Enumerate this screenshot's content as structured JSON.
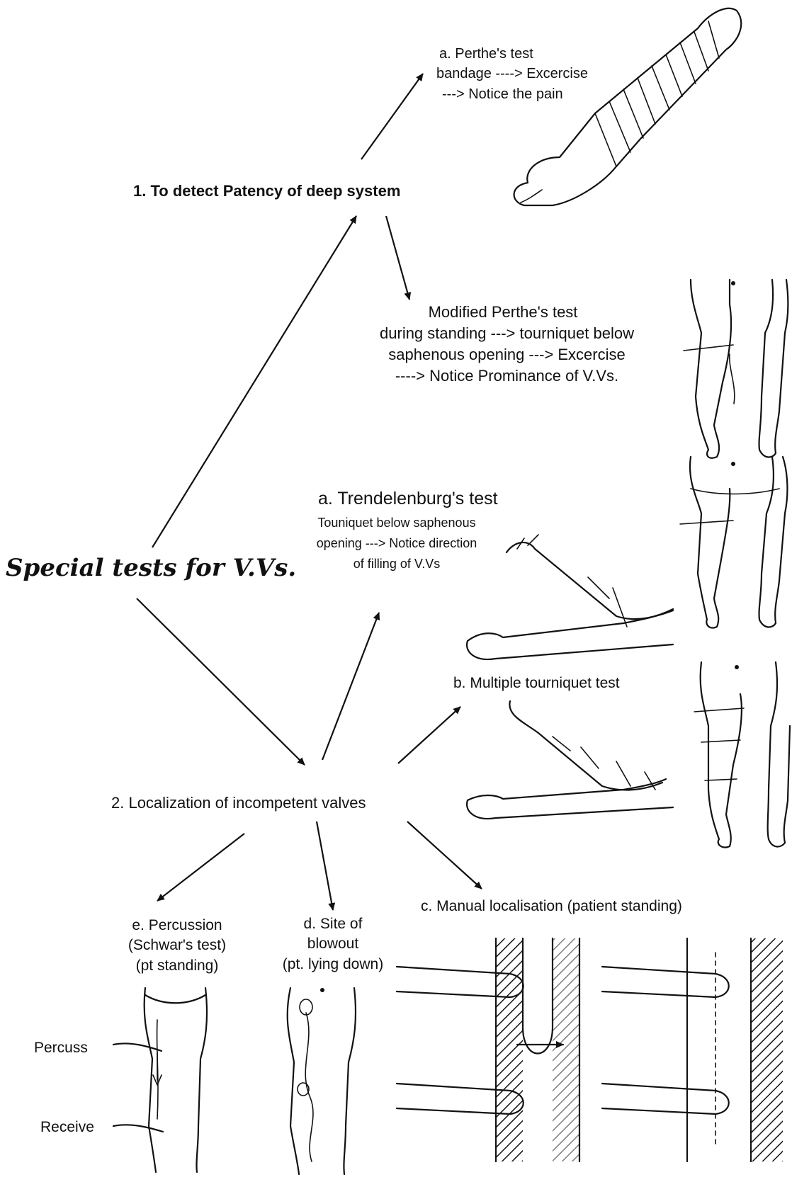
{
  "central_title": "Special tests for V.Vs.",
  "branch1": {
    "title": "1. To detect Patency of deep system",
    "test_a": [
      "a. Perthe's test",
      "bandage  ----> Excercise",
      "---> Notice the pain"
    ],
    "test_modified": [
      "Modified Perthe's test",
      "during standing ---> tourniquet below",
      "saphenous opening ---> Excercise",
      "----> Notice Prominance of V.Vs."
    ]
  },
  "branch2": {
    "title": "2. Localization of incompetent valves",
    "trendelenburg": {
      "title": "a. Trendelenburg's test",
      "lines": [
        "Touniquet below saphenous",
        "opening ---> Notice direction",
        "of filling of V.Vs"
      ]
    },
    "multiple": "b. Multiple tourniquet test",
    "manual": "c. Manual localisation (patient standing)",
    "blowout": [
      "d. Site of",
      "blowout",
      "(pt. lying down)"
    ],
    "percussion": [
      "e. Percussion",
      "(Schwar's test)",
      "(pt standing)"
    ],
    "percuss_label": "Percuss",
    "receive_label": "Receive"
  },
  "illustrations": [
    "bandaged-leg-icon",
    "standing-legs-icon",
    "leg-raised-icon",
    "finger-vein-icon"
  ]
}
